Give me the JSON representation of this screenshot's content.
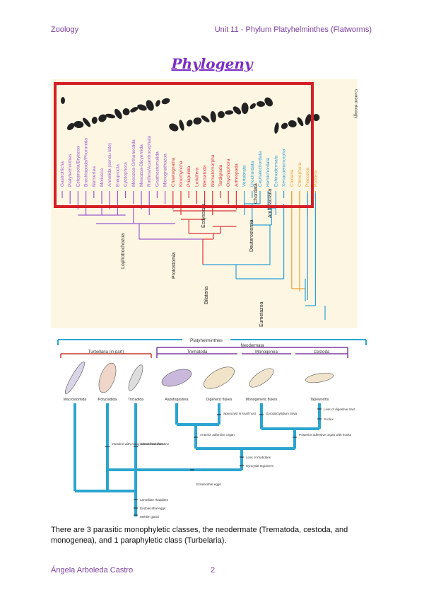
{
  "header": {
    "left": "Zoology",
    "right": "Unit 11 - Phylum Platyhelminthes (Flatworms)"
  },
  "title": "Phylogeny",
  "tree1": {
    "credit": "Current Biology",
    "colors": {
      "lopho": "#9b59d0",
      "ecdy": "#d9343a",
      "deut": "#2b9fd9",
      "other": "#e8a23a",
      "highlight": "#d41f26",
      "bg": "#fdf6e3"
    },
    "taxa": [
      {
        "name": "Gastrotricha",
        "group": "lopho"
      },
      {
        "name": "Platyhelminthes",
        "group": "lopho"
      },
      {
        "name": "Ectoprocta/Bryozoa",
        "group": "lopho"
      },
      {
        "name": "Brachiopoda/Phoronida",
        "group": "lopho"
      },
      {
        "name": "Nemertea",
        "group": "lopho"
      },
      {
        "name": "Mollusca",
        "group": "lopho"
      },
      {
        "name": "Annelida (sensu lato)",
        "group": "lopho"
      },
      {
        "name": "Entoprocta",
        "group": "lopho"
      },
      {
        "name": "Cycliophora",
        "group": "lopho"
      },
      {
        "name": "Mesozoa-Orthonectida",
        "group": "lopho"
      },
      {
        "name": "Mesozoa-Dicyemida",
        "group": "lopho"
      },
      {
        "name": "Rotifera/Acanthocephala",
        "group": "lopho"
      },
      {
        "name": "Gnathostomulida",
        "group": "lopho"
      },
      {
        "name": "Micrognathozoa",
        "group": "lopho"
      },
      {
        "name": "Chaetognatha",
        "group": "ecdy"
      },
      {
        "name": "Kinorhyncha",
        "group": "ecdy"
      },
      {
        "name": "Priapulida",
        "group": "ecdy"
      },
      {
        "name": "Loricifera",
        "group": "ecdy"
      },
      {
        "name": "Nematoda",
        "group": "ecdy"
      },
      {
        "name": "Nematomorpha",
        "group": "ecdy"
      },
      {
        "name": "Tardigrada",
        "group": "ecdy"
      },
      {
        "name": "Onychophora",
        "group": "ecdy"
      },
      {
        "name": "Arthropoda",
        "group": "ecdy"
      },
      {
        "name": "Vertebrata",
        "group": "deut"
      },
      {
        "name": "Urochordata",
        "group": "deut"
      },
      {
        "name": "Cephalochordata",
        "group": "deut"
      },
      {
        "name": "Hemichordata",
        "group": "deut"
      },
      {
        "name": "Echinodermata",
        "group": "deut"
      },
      {
        "name": "Xenacoelomorpha",
        "group": "deut"
      },
      {
        "name": "Cnidaria",
        "group": "other"
      },
      {
        "name": "Ctenophora",
        "group": "other"
      },
      {
        "name": "Placozoa",
        "group": "other"
      },
      {
        "name": "Porifera",
        "group": "other"
      }
    ],
    "clades": [
      "Chordata",
      "Ambulacraria",
      "Ecdysozoa",
      "Deuterostomia",
      "Lophotrochozoa",
      "Protostomia",
      "Bilateria",
      "Eumetazoa"
    ]
  },
  "tree2": {
    "colors": {
      "trunk": "#2ba5cf",
      "turb": "#c0392b",
      "neod": "#7b3f9e"
    },
    "phylum": "Platyhelminthes",
    "neodermata": "Neodermata",
    "classes": {
      "turbellaria": "Turbellaria (in part)",
      "trematoda": "Trematoda",
      "monogenea": "Monogenea",
      "cestoda": "Cestoda"
    },
    "organisms": [
      "Macrostomida",
      "Polycladida",
      "Tricladida",
      "Aspidogastrea",
      "Digenetic flukes",
      "Monogenetic flukes",
      "Tapeworms"
    ],
    "traits": {
      "sporocyst": "Sporocyst in snail host",
      "gyrodactylidium": "Gyrodactylidium larva",
      "digestive": "Loss of digestive tract",
      "scolex": "Scolex",
      "anterior": "Anterior adhesive organ",
      "posterior": "Posterior adhesive organ with hooks",
      "intestine_many": "Intestine with many lateral branches",
      "intestine_three": "3 branched intestine",
      "rhabdites": "Loss of rhabdites",
      "syncytial": "Syncytial tegument",
      "ectolecithal": "Ectolecithal eggs",
      "lamellate": "Lamellate rhabdites",
      "endolecithal": "Endolecithal eggs",
      "mehlis": "Mehlis' gland"
    }
  },
  "caption": "There are 3 parasitic monophyletic classes, the neodermate (Trematoda, cestoda, and monogenea), and 1 paraphyletic class (Turbelaria).",
  "footer": {
    "author": "Ángela Arboleda Castro",
    "page": "2"
  }
}
